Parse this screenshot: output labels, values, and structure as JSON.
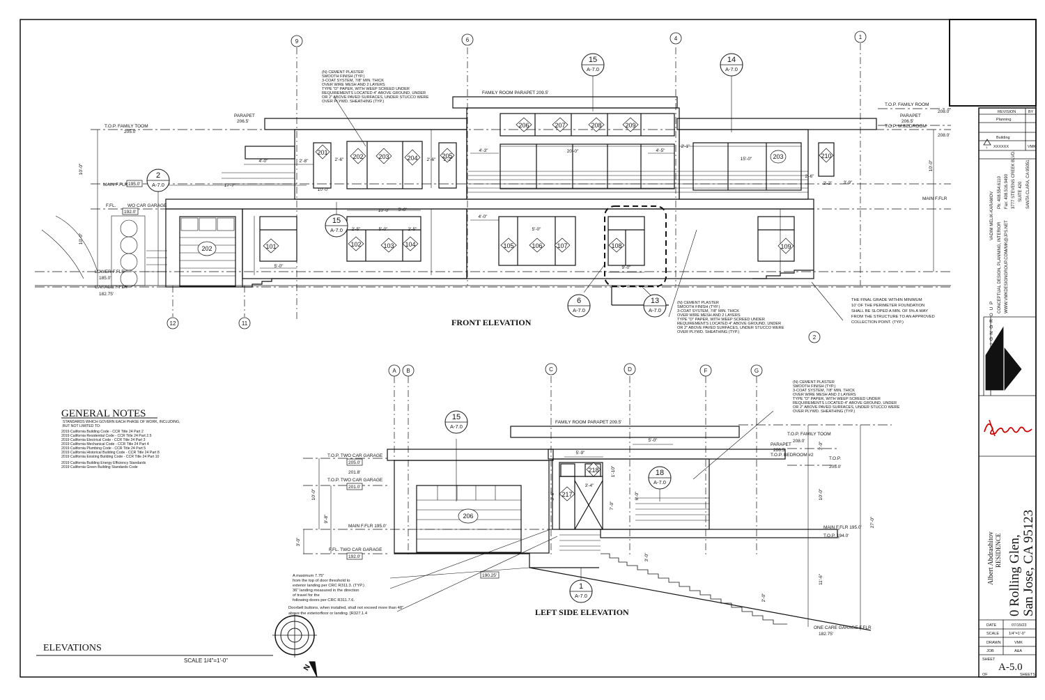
{
  "front": {
    "title": "FRONT ELEVATION",
    "grid": [
      "9",
      "6",
      "4",
      "1",
      "12",
      "11",
      "2"
    ],
    "parapets": {
      "family_room": "FAMILY ROOM PARAPET 209.5'",
      "left_label": "PARAPET",
      "left_val": "206.5'",
      "tof_family": "T.O.P. FAMILY TOOM",
      "tof_family_val": "205.0'",
      "right_label": "PARAPET",
      "right_val": "206.5'",
      "tof_bedroom": "T.O.P. M.BEDROOM",
      "tof_family_room_r": "T.O.P. FAMILY ROOM",
      "r_elev1": "208.0'",
      "r_elev2": "208.0'"
    },
    "levels": {
      "main_ffl": "MAIN F.FLR",
      "main_val": "195.0'",
      "ffl": "F.FL.",
      "two_car": "WO CAR GARAGE",
      "ffl_val": "192.0'",
      "lower": "LOWER F.FLR",
      "lower_val": "185.0'",
      "garage": "GARAGE F.FLR",
      "garage_val": "182.75'",
      "main_ffl_r": "MAIN F.FLR"
    },
    "windows_upper": [
      "206",
      "207",
      "208",
      "209",
      "201",
      "202",
      "203",
      "204",
      "205",
      "203",
      "210"
    ],
    "windows_lower": [
      "101",
      "102",
      "103",
      "104",
      "105",
      "106",
      "107",
      "108",
      "109"
    ],
    "door": "202",
    "dims": [
      "4'-0\"",
      "2'-8\"",
      "2'-6\"",
      "2'-6\"",
      "4'-3\"",
      "20'-0\"",
      "4'-5\"",
      "2'-1\"",
      "15'-0\"",
      "2'-6\"",
      "2'-2\"",
      "3'-9\"",
      "17'-7\"",
      "10'-0\"",
      "5'-0\"",
      "2'-5\"",
      "2'-5\"",
      "4'-0\"",
      "5'-0\"",
      "5'-0\"",
      "5'-0\"",
      "9'-0\"",
      "2'-2\"",
      "10'-0\"",
      "10'-0\""
    ],
    "callouts": [
      {
        "n": "15",
        "s": "A-7.0"
      },
      {
        "n": "14",
        "s": "A-7.0"
      },
      {
        "n": "2",
        "s": "A-7.0"
      },
      {
        "n": "15",
        "s": "A-7.0"
      },
      {
        "n": "6",
        "s": "A-7.0"
      },
      {
        "n": "13",
        "s": "A-7.0"
      }
    ],
    "note_plaster": [
      "(N) CEMENT PLASTER",
      "SMOOTH FINISH (TYP.)",
      "3-COAT SYSTEM, 7/8\" MIN. THICK",
      "OVER WIRE MESH AND 2 LAYERS",
      "TYPE \"D\" PAPER, WITH WEEP SCREED UNDER",
      "REQUIREMENTS LOCATED 4\" ABOVE GROUND, UNDER",
      "OR 2\" ABOVE PAVED SURFACES, UNDER STUCCO WERE",
      "OVER PLYWD. SHEATHING (TYP.)"
    ],
    "note_grade": [
      "THE FINAL GRADE WITHIN MINIMUM",
      "10' OF THE PERIMETER FOUNDATION",
      "SHALL BE SLOPED A MIN. OF 5% A WAY",
      "FROM THE STRUCTURE TO AN APPROVED",
      "COLLECTION POINT. (TYP.)"
    ]
  },
  "left": {
    "title": "LEFT SIDE ELEVATION",
    "grid": [
      "A",
      "B",
      "C",
      "D",
      "F",
      "G"
    ],
    "family_parapet": "FAMILY ROOM PARAPET 209.5'",
    "tof_family": "T.O.P. FAMILY TOOM",
    "tof_family_val": "208.0'",
    "parapet": "PARAPET",
    "parapet_val": "206.5'",
    "tof_bedroom": "T.O.P. BEDROOM #2",
    "tof_r": "T.O.P.",
    "tof_r_val": "205.0'",
    "tof_garage": "T.O.P. TWO CAR GARAGE",
    "tof_garage_val": "205.0'",
    "e201": "201.8'",
    "tof_garage2": "T.O.P. TWO CAR GARAGE",
    "tof_garage2_val": "201.0'",
    "main": "MAIN F.FLR 195.0'",
    "main_r": "MAIN F.FLR 195.0'",
    "ffl_r": "T.O.P. 194.0'",
    "ffl": "F.FL. TWO CAR GARAGE",
    "ffl_val": "192.0'",
    "e190": "190.25'",
    "one_car": "ONE CARE GARAGE F.FLR",
    "one_car_val": "182.75'",
    "door": "206",
    "windows": [
      "218",
      "217"
    ],
    "dims": [
      "5'-0\"",
      "5'-9\"",
      "1'-10\"",
      "3'-4\"",
      "9'-6\"",
      "7'-0\"",
      "6'-0\"",
      "10'-0\"",
      "9'-8\"",
      "3'-0\"",
      "3'-0\"",
      "10'-0\"",
      "27'-0\"",
      "11'-6\"",
      "2'-0\"",
      "3'-0\""
    ],
    "callouts": [
      {
        "n": "15",
        "s": "A-7.0"
      },
      {
        "n": "18",
        "s": "A-7.0"
      },
      {
        "n": "1",
        "s": "A-7.0"
      }
    ],
    "note_plaster": [
      "(N) CEMENT PLASTER",
      "SMOOTH FINISH (TYP.)",
      "3-COAT SYSTEM, 7/8\" MIN. THICK",
      "OVER WIRE MESH AND 2 LAYERS",
      "TYPE \"D\" PAPER, WITH WEEP SCREED UNDER",
      "REQUIREMENTS LOCATED 4\" ABOVE GROUND, UNDER",
      "OR 2\" ABOVE PAVED SURFACES, UNDER STUCCO WERE",
      "OVER PLYWD. SHEATHING (TYP.)"
    ],
    "note_landing": [
      "A maximum 7.75\"",
      "from the top of door threshold to",
      "exterior landing per CRC R311.3. (TYP.)",
      "36\" landing measured in the direction",
      "of travel for the",
      "following doors per CRC R311.7.6."
    ],
    "note_doorbell": [
      "Doorbell buttons, when installed, shall not exceed more than 48\"",
      "above the exteriorfloor or landing. [R327.1.4"
    ]
  },
  "general_notes": {
    "title": "GENERAL NOTES",
    "intro": [
      "STANDARDS WHICH GOVERN EACH PHASE OF WORK, INCLUDING,",
      "BUT NOT LIMITED TO:"
    ],
    "items": [
      "2019 California Building Code - CCR Title 24 Part 2",
      "2019 California Residential Code - CCR Title 24 Part 2.5",
      "2019 California Electrical Code - CCR Title 24 Part 3",
      "2019 California Mechanical Code - CCR Title 24 Part 4",
      "2019 California Plumbing Code - CCR Title 24 Part 5",
      "2019 California Historical Building Code - CCR Title 24 Part 8",
      "2019 California Existing Building Code - CCR Title 24 Part 10",
      "2019 California Building Energy Efficiency Standards",
      "2019 California Green Building Standards Code"
    ]
  },
  "sheet_title": "ELEVATIONS",
  "scale": "SCALE 1/4\"=1'-0\"",
  "title_block": {
    "revision_h": "REVISION",
    "by_h": "BY",
    "rev1": "Planning",
    "rev2": "Building",
    "rev_num": "1",
    "rev3": "XXXXXX",
    "rev3_by": "VMK",
    "firm": "V M K   D E S I G N   G R O U P",
    "principal": "VADIM MELIK-KARAMOV",
    "services": "CONCEPTUAL DESIGN,  PLANNING,  INTERIOR",
    "phone": "Ph: 408.554.6110",
    "fax": "Fax: 408.516.9490",
    "web": "WWW.VMKDESIGNGROUP.COM",
    "email": "VMK@JPS.NET",
    "addr1": "3777 STEVENS CREEK BLVD.",
    "addr2": "SUITE 420",
    "addr3": "SANTA CLARA, CA 95051",
    "owner": "Albert Abdrashitov",
    "residence": "RESIDENCE",
    "street": "0 Rolling Glen,",
    "city": "San Jose, CA 95123",
    "date_l": "DATE",
    "date_v": "07/15/23",
    "scale_l": "SCALE",
    "scale_v": "1/4\"=1'-0\"",
    "drawn_l": "DRAWN",
    "drawn_v": "VMK",
    "job_l": "JOB",
    "job_v": "A&A",
    "sheet_l": "SHEET",
    "sheet_v": "A-5.0",
    "of_l": "OF",
    "sheets_l": "SHEETS"
  },
  "compass": "N"
}
